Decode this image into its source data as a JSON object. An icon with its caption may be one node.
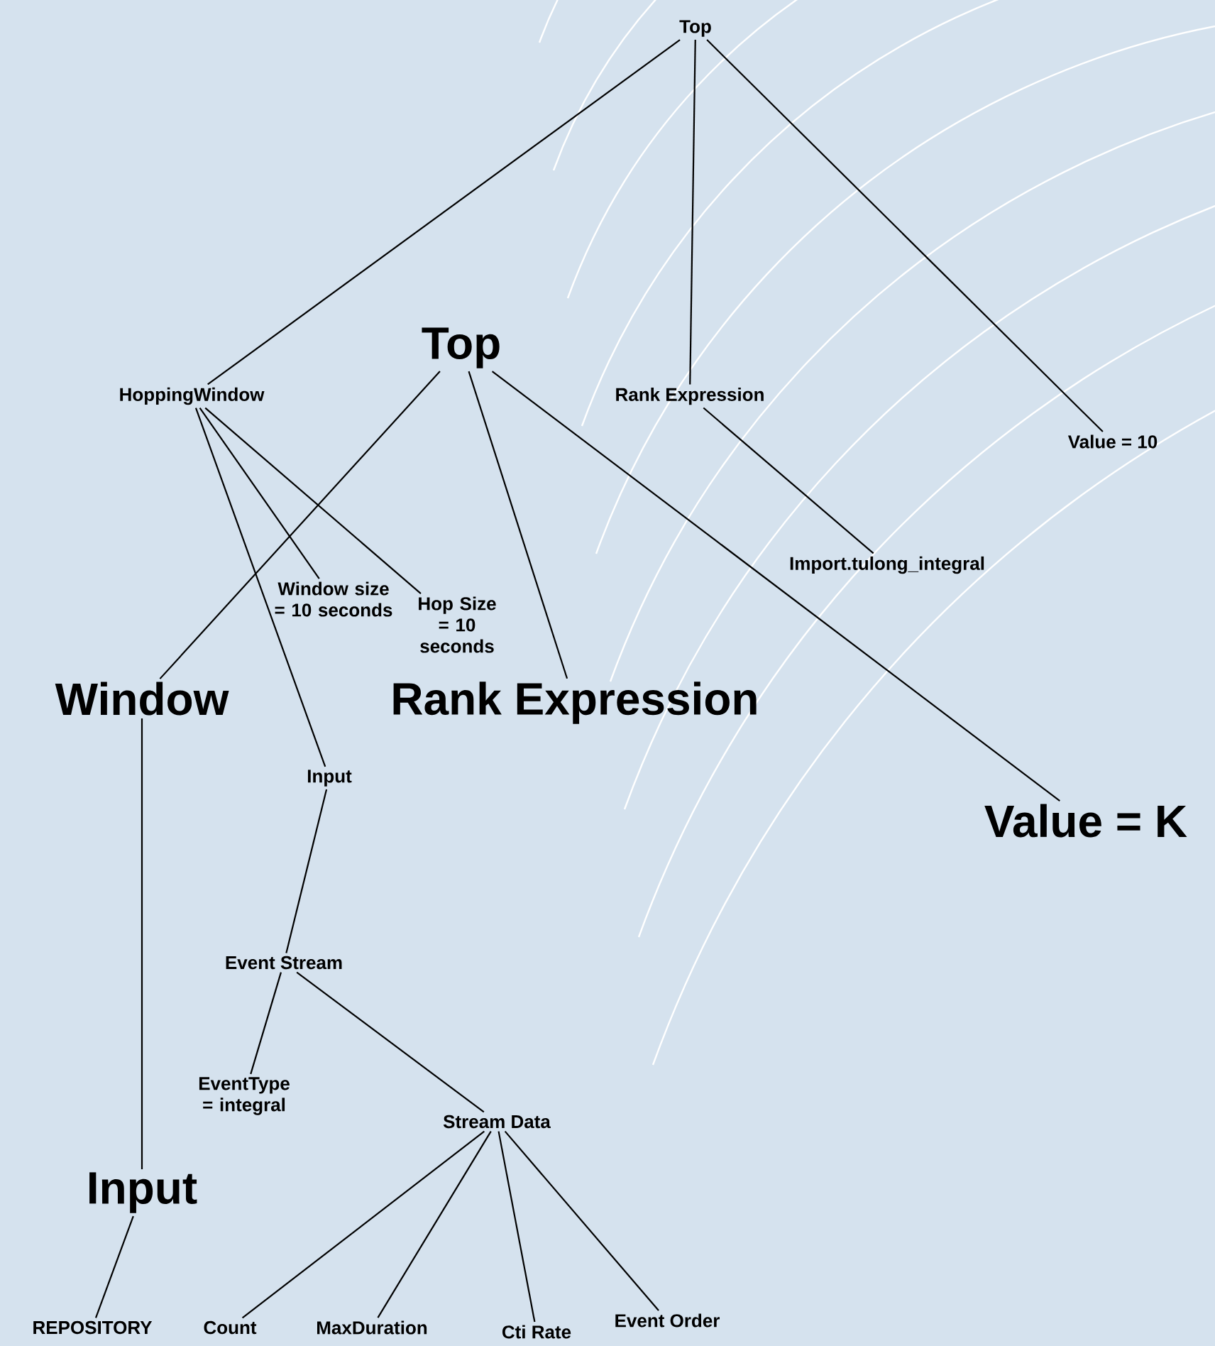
{
  "diagram": {
    "nodes": [
      {
        "text": [
          "Top"
        ]
      },
      {
        "text": [
          "HoppingWindow"
        ]
      },
      {
        "text": [
          "Rank Expression"
        ]
      },
      {
        "text": [
          "Value = 10"
        ]
      },
      {
        "text": [
          "Top"
        ]
      },
      {
        "text": [
          "Window size = 10 seconds"
        ]
      },
      {
        "text": [
          "Hop Size = 10 seconds"
        ]
      },
      {
        "text": [
          "Import.tulong_integral"
        ]
      },
      {
        "text": [
          "Window"
        ]
      },
      {
        "text": [
          "Input"
        ]
      },
      {
        "text": [
          "Rank Expression"
        ]
      },
      {
        "text": [
          "Value = K"
        ]
      },
      {
        "text": [
          "Event Stream"
        ]
      },
      {
        "text": [
          "EventType = integral"
        ]
      },
      {
        "text": [
          "Stream Data"
        ]
      },
      {
        "text": [
          "Input"
        ]
      },
      {
        "text": [
          "REPOSITORY"
        ]
      },
      {
        "text": [
          "Count"
        ]
      },
      {
        "text": [
          "MaxDuration"
        ]
      },
      {
        "text": [
          "Cti Rate"
        ]
      },
      {
        "text": [
          "Event Order"
        ]
      }
    ],
    "edges": [
      {
        "from": 0,
        "to": 1,
        "arrow": "none"
      },
      {
        "from": 0,
        "to": 2,
        "arrow": "none"
      },
      {
        "from": 0,
        "to": 3,
        "arrow": "none"
      },
      {
        "from": 1,
        "to": 5,
        "arrow": "none"
      },
      {
        "from": 1,
        "to": 6,
        "arrow": "none"
      },
      {
        "from": 1,
        "to": 9,
        "arrow": "none"
      },
      {
        "from": 2,
        "to": 7,
        "arrow": "none"
      },
      {
        "from": 4,
        "to": 8,
        "arrow": "none"
      },
      {
        "from": 4,
        "to": 10,
        "arrow": "none"
      },
      {
        "from": 4,
        "to": 11,
        "arrow": "none"
      },
      {
        "from": 9,
        "to": 12,
        "arrow": "none"
      },
      {
        "from": 12,
        "to": 13,
        "arrow": "none"
      },
      {
        "from": 12,
        "to": 14,
        "arrow": "none"
      },
      {
        "from": 8,
        "to": 15,
        "arrow": "none"
      },
      {
        "from": 15,
        "to": 16,
        "arrow": "none"
      },
      {
        "from": 14,
        "to": 17,
        "arrow": "none"
      },
      {
        "from": 14,
        "to": 18,
        "arrow": "none"
      },
      {
        "from": 14,
        "to": 19,
        "arrow": "none"
      },
      {
        "from": 14,
        "to": 20,
        "arrow": "none"
      }
    ]
  }
}
